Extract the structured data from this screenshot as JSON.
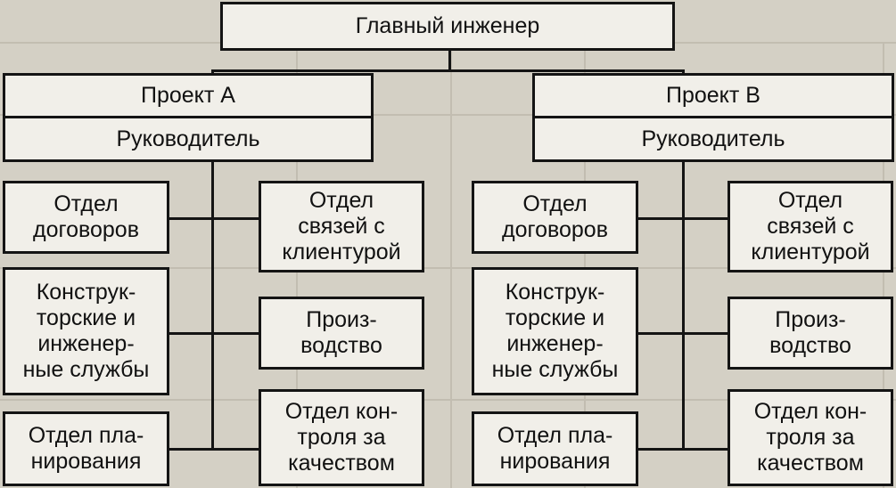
{
  "chief": {
    "title": "Главный инженер"
  },
  "projects": [
    {
      "title": "Проект А",
      "manager": "Руководитель",
      "departments": {
        "contracts": [
          "Отдел",
          "договоров"
        ],
        "client_relations": [
          "Отдел",
          "связей с",
          "клиентурой"
        ],
        "engineering": [
          "Конструк-",
          "торские и",
          "инженер-",
          "ные службы"
        ],
        "production": [
          "Произ-",
          "водство"
        ],
        "planning": [
          "Отдел пла-",
          "нирования"
        ],
        "quality_control": [
          "Отдел кон-",
          "троля за",
          "качеством"
        ]
      }
    },
    {
      "title": "Проект В",
      "manager": "Руководитель",
      "departments": {
        "contracts": [
          "Отдел",
          "договоров"
        ],
        "client_relations": [
          "Отдел",
          "связей с",
          "клиентурой"
        ],
        "engineering": [
          "Конструк-",
          "торские и",
          "инженер-",
          "ные службы"
        ],
        "production": [
          "Произ-",
          "водство"
        ],
        "planning": [
          "Отдел пла-",
          "нирования"
        ],
        "quality_control": [
          "Отдел кон-",
          "троля за",
          "качеством"
        ]
      }
    }
  ]
}
